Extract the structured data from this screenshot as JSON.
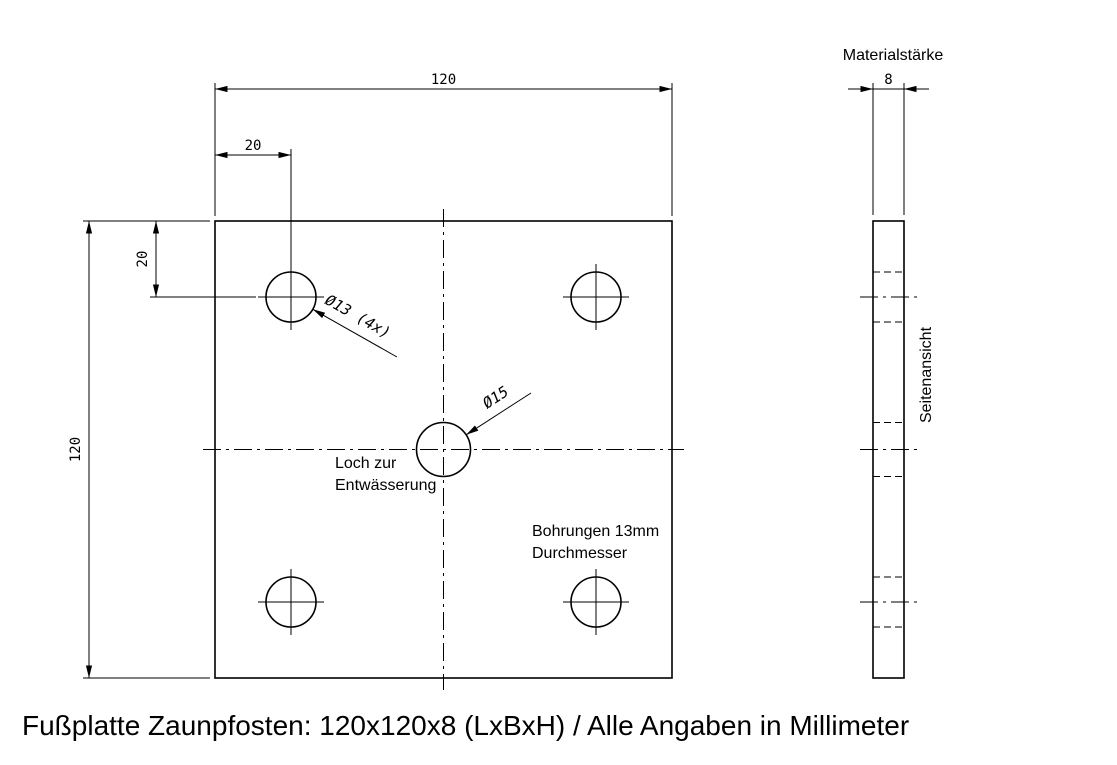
{
  "caption": "Fußplatte Zaunpfosten: 120x120x8 (LxBxH) / Alle Angaben in Millimeter",
  "front_view": {
    "dim_width": "120",
    "dim_height": "120",
    "dim_hole_offset_x": "20",
    "dim_hole_offset_y": "20",
    "label_bolt_holes": "Ø13 (4x)",
    "label_drain_hole": "Ø15",
    "note_drain_line1": "Loch zur",
    "note_drain_line2": "Entwässerung",
    "note_bores_line1": "Bohrungen 13mm",
    "note_bores_line2": "Durchmesser"
  },
  "side_view": {
    "title": "Materialstärke",
    "dim_thickness": "8",
    "label": "Seitenansicht"
  }
}
